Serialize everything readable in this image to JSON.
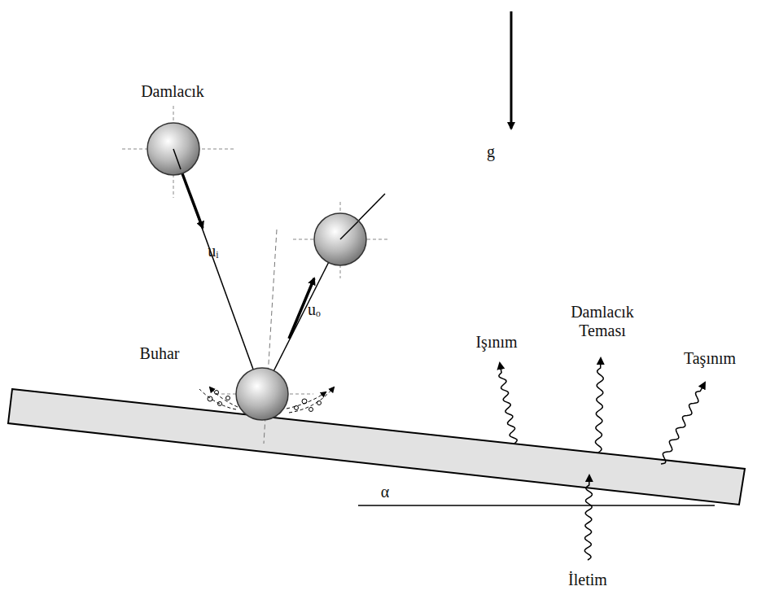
{
  "diagram": {
    "labels": [
      "Damlacık",
      "g",
      "uᵢ",
      "uₒ",
      "Buhar",
      "Işınım",
      "Damlacık Teması",
      "Taşınım",
      "α",
      "İletim"
    ]
  }
}
